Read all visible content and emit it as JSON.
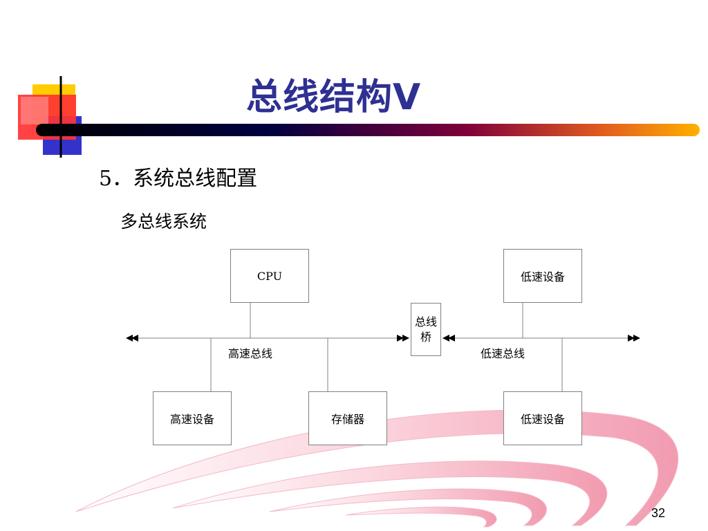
{
  "slide": {
    "title": "总线结构Ⅴ",
    "bullet": "5．系统总线配置",
    "subbullet": "多总线系统",
    "page_number": "32"
  },
  "diagram": {
    "nodes": {
      "cpu": "CPU",
      "low_speed_top": "低速设备",
      "bus_bridge": "总线桥",
      "high_speed_device": "高速设备",
      "memory": "存储器",
      "low_speed_bottom": "低速设备"
    },
    "labels": {
      "high_speed_bus": "高速总线",
      "low_speed_bus": "低速总线"
    }
  },
  "colors": {
    "title": "#2e3092",
    "accent_red": "#ff3333",
    "accent_yellow": "#ffcc00",
    "accent_blue": "#3333cc",
    "line": "#808080"
  }
}
